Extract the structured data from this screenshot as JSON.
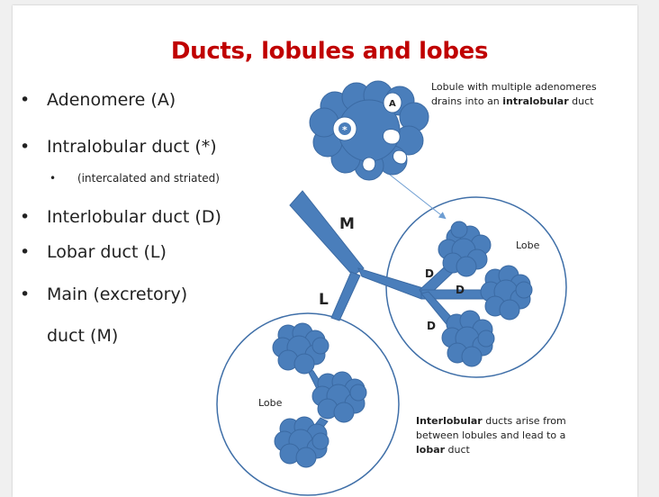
{
  "title": "Ducts, lobules and lobes",
  "bullets": [
    {
      "text": "Adenomere (A)",
      "level": 1
    },
    {
      "text": "Intralobular duct (*)",
      "level": 1
    },
    {
      "text": "(intercalated and striated)",
      "level": 2
    },
    {
      "text": "Interlobular duct (D)",
      "level": 1
    },
    {
      "text": "Lobar duct (L)",
      "level": 1
    },
    {
      "text": "Main (excretory)",
      "level": 1
    },
    {
      "text": "duct (M)",
      "level": 1
    }
  ],
  "bullet_symbol": "•",
  "notes": {
    "lobule": {
      "line1": "Lobule with multiple adenomeres",
      "line2_pre": "drains into an ",
      "line2_bold": "intralobular",
      "line2_post": " duct"
    },
    "interlobular": {
      "line1_bold": "Interlobular",
      "line1_post": " ducts arise from",
      "line2": "between lobules and lead to a",
      "line3_bold": "lobar",
      "line3_post": " duct"
    }
  },
  "diagram": {
    "labels": {
      "main": "M",
      "lobar": "L",
      "interlobular": "D",
      "adenomere": "A",
      "intralobular": "*",
      "lobe": "Lobe"
    },
    "colors": {
      "duct": "#4a7ebb",
      "duct_stroke": "#3b6aa3",
      "title": "#c00000",
      "lobe_outline": "#3f6fa8",
      "arrow": "#6d9dd2"
    }
  }
}
